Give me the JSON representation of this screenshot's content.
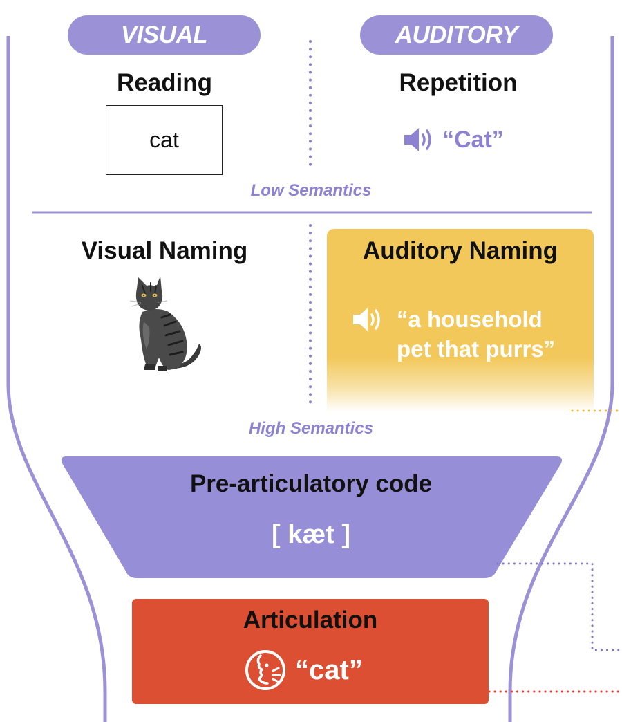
{
  "columns": {
    "visual_label": "VISUAL",
    "auditory_label": "AUDITORY"
  },
  "low_semantics": {
    "label": "Low Semantics",
    "reading": {
      "title": "Reading",
      "word": "cat"
    },
    "repetition": {
      "title": "Repetition",
      "speech": "“Cat”"
    }
  },
  "high_semantics": {
    "label": "High Semantics",
    "visual_naming": {
      "title": "Visual Naming"
    },
    "auditory_naming": {
      "title": "Auditory Naming",
      "line1": "“a household",
      "line2": "pet that purrs”"
    }
  },
  "pre_articulatory": {
    "title": "Pre-articulatory code",
    "ipa": "[ kæt ]"
  },
  "articulation": {
    "title": "Articulation",
    "speech": "“cat”"
  },
  "colors": {
    "purple": "#9b91d6",
    "purple_text": "#8d82d2",
    "gold": "#f3c85a",
    "orange_red": "#dc4f32",
    "blue_dotted": "#7d72cc",
    "red_dotted": "#e03a2a",
    "gold_dotted": "#f0b93a"
  },
  "icons": [
    "speaker-icon",
    "speaker-icon-white",
    "cat-image",
    "speaking-face-icon"
  ]
}
